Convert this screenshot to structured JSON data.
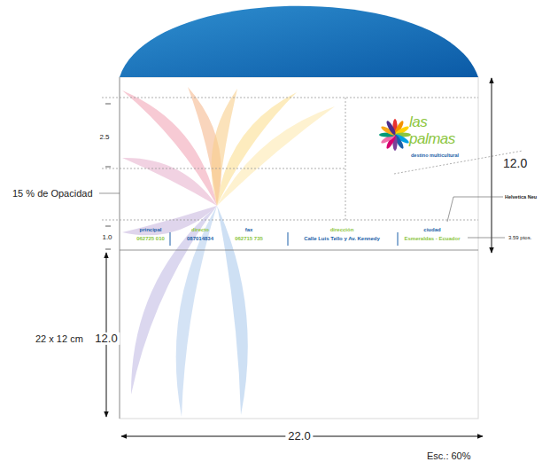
{
  "diagram": {
    "labels": [
      "2.5",
      "15 % de Opacidad",
      "1.0",
      "22 x 12 cm",
      "12.0",
      "las",
      "palmas",
      "destino multicultural",
      "12.0",
      "Helvetica Neu",
      "3.59 ptos.",
      "principal",
      "062725 010",
      "directo",
      "087014834",
      "fax",
      "062715 735",
      "dirección",
      "Calle Luis Tello y Av. Kennedy",
      "ciudad",
      "Esmeraldas - Ecuador",
      "22.0",
      "Esc.: 60%"
    ]
  }
}
